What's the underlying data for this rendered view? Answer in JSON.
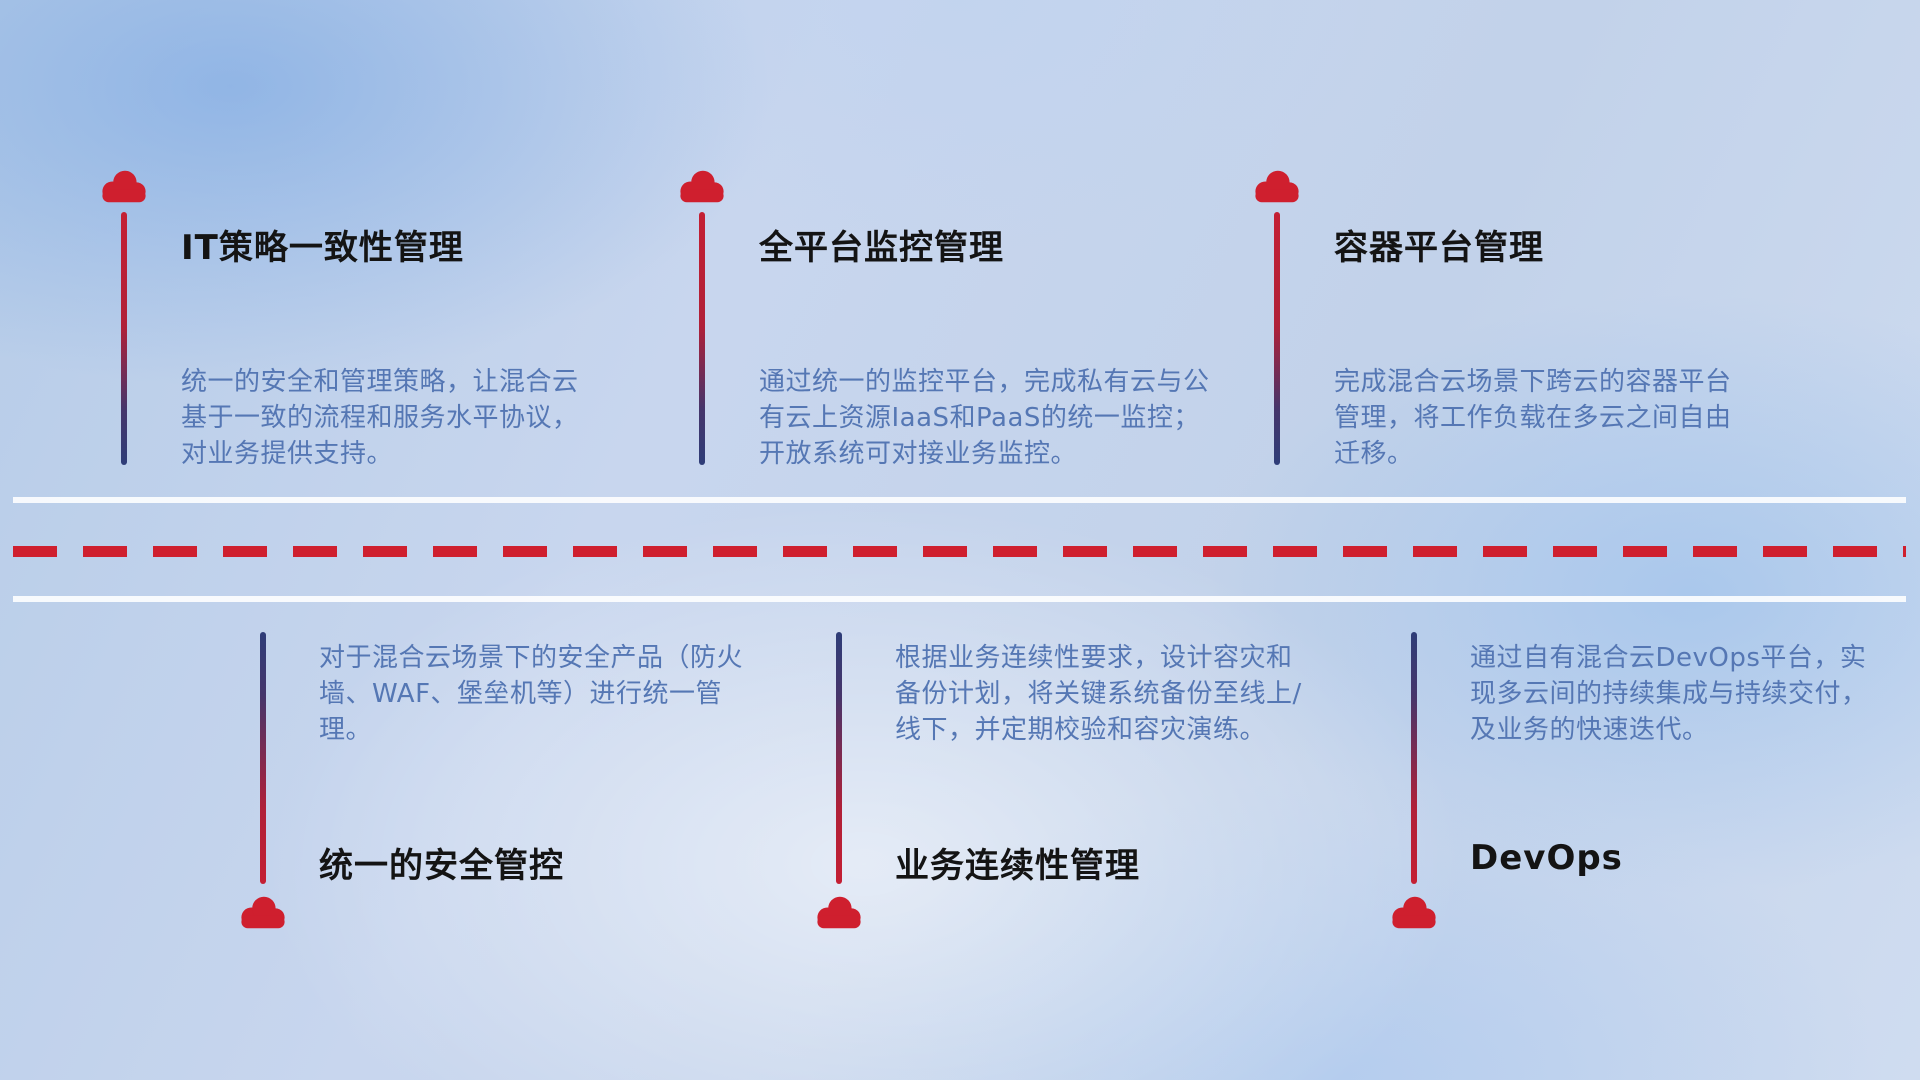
{
  "diagram": {
    "name": "hybrid-cloud-capability-timeline",
    "top_items": [
      {
        "title": "IT策略一致性管理",
        "description": "统一的安全和管理策略，让混合云基于一致的流程和服务水平协议，对业务提供支持。"
      },
      {
        "title": "全平台监控管理",
        "description": "通过统一的监控平台，完成私有云与公有云上资源IaaS和PaaS的统一监控；开放系统可对接业务监控。"
      },
      {
        "title": "容器平台管理",
        "description": "完成混合云场景下跨云的容器平台管理，将工作负载在多云之间自由迁移。"
      }
    ],
    "bottom_items": [
      {
        "title": "统一的安全管控",
        "description": "对于混合云场景下的安全产品（防火墙、WAF、堡垒机等）进行统一管理。"
      },
      {
        "title": "业务连续性管理",
        "description": "根据业务连续性要求，设计容灾和备份计划，将关键系统备份至线上/线下，并定期校验和容灾演练。"
      },
      {
        "title": "DevOps",
        "description": "通过自有混合云DevOps平台，实现多云间的持续集成与持续交付，及业务的快速迭代。"
      }
    ],
    "colors": {
      "cloud_red": "#cf1f2e",
      "dash_red": "#cf1f2e",
      "line_bottom": "#2e3d78",
      "title_text": "#141414",
      "description_text": "#5577b4"
    }
  }
}
